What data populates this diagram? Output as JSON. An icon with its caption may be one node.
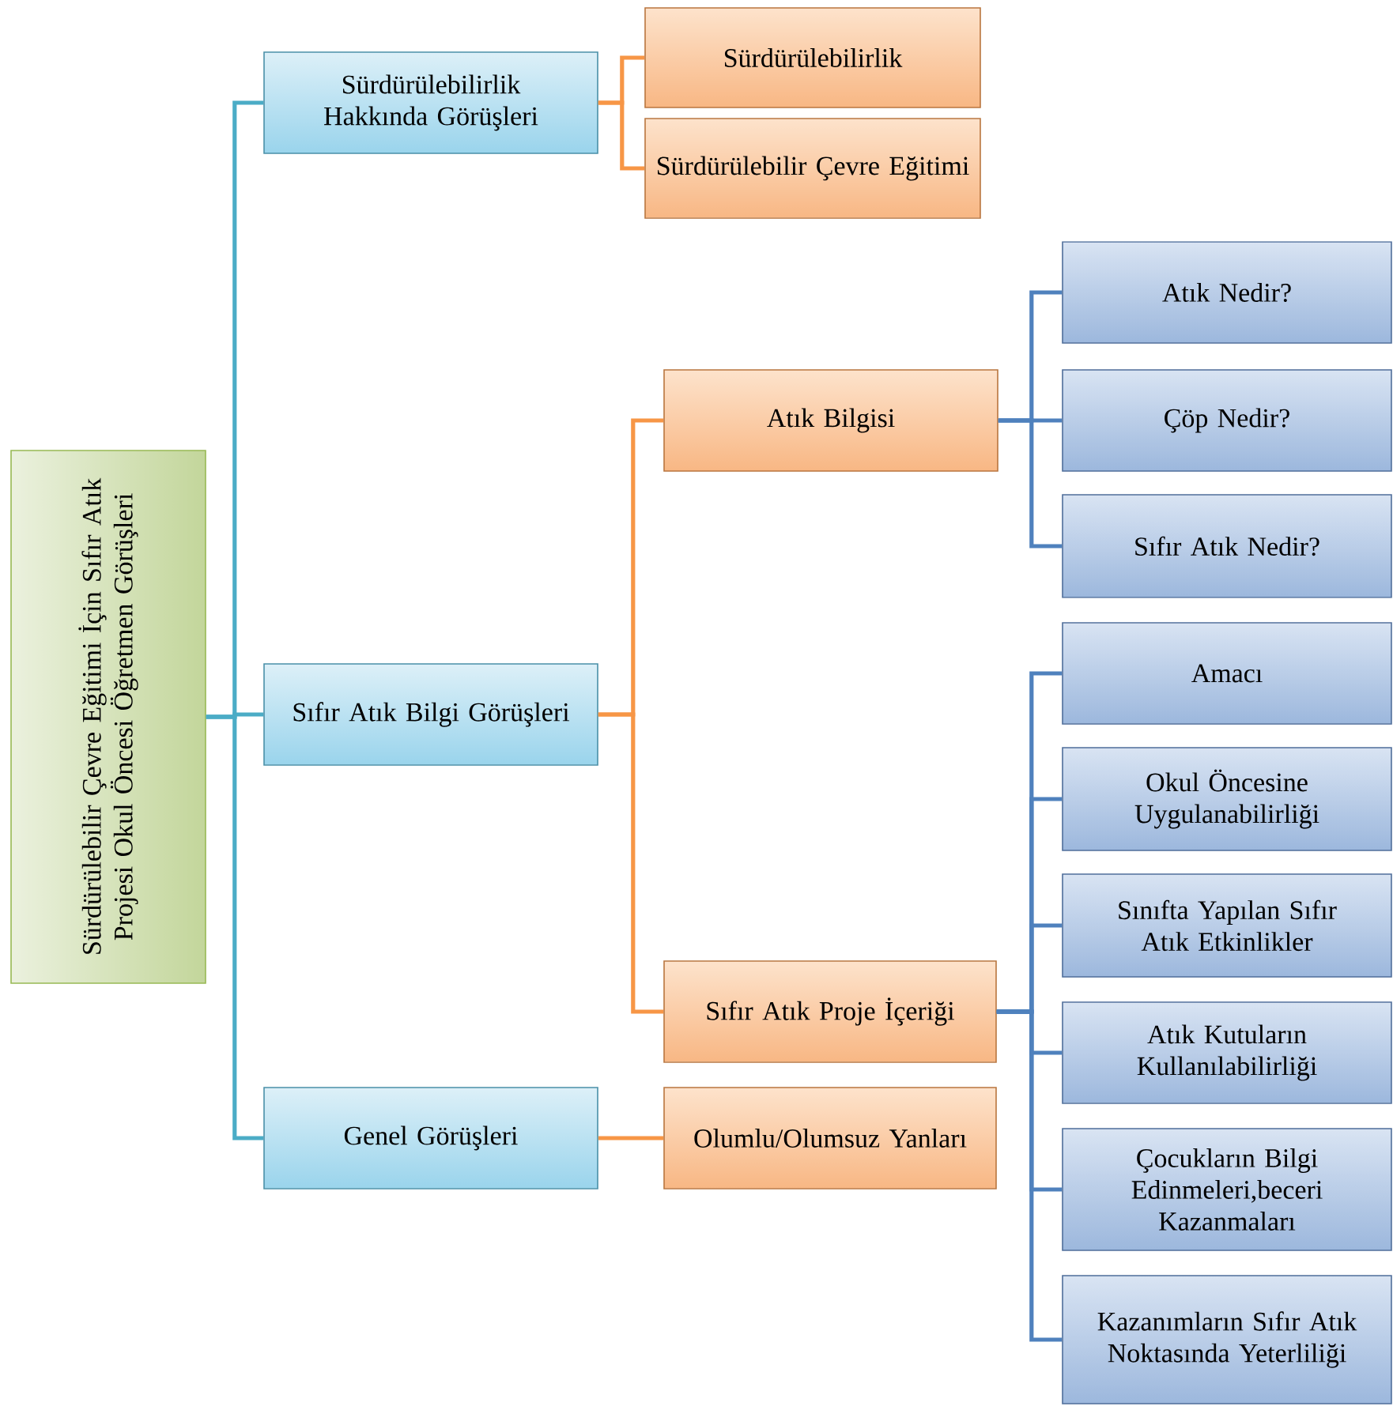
{
  "diagram": {
    "nodes": [
      {
        "text": [
          "Sürdürülebilir Çevre Eğitimi İçin Sıfır Atık Projesi Okul Öncesi Öğretmen Görüşleri"
        ]
      },
      {
        "text": [
          "Sürdürülebilirlik Hakkında Görüşleri"
        ]
      },
      {
        "text": [
          "Sürdürülebilirlik"
        ]
      },
      {
        "text": [
          "Sürdürülebilir Çevre Eğitimi"
        ]
      },
      {
        "text": [
          "Sıfır Atık Bilgi Görüşleri"
        ]
      },
      {
        "text": [
          "Atık Bilgisi"
        ]
      },
      {
        "text": [
          "Atık Nedir?"
        ]
      },
      {
        "text": [
          "Çöp Nedir?"
        ]
      },
      {
        "text": [
          "Sıfır Atık Nedir?"
        ]
      },
      {
        "text": [
          "Sıfır Atık Proje İçeriği"
        ]
      },
      {
        "text": [
          "Amacı"
        ]
      },
      {
        "text": [
          "Okul Öncesine Uygulanabilirliği"
        ]
      },
      {
        "text": [
          "Sınıfta Yapılan Sıfır Atık Etkinlikler"
        ]
      },
      {
        "text": [
          "Atık Kutuların Kullanılabilirliği"
        ]
      },
      {
        "text": [
          "Çocukların Bilgi Edinmeleri,beceri Kazanmaları"
        ]
      },
      {
        "text": [
          "Kazanımların Sıfır Atık Noktasında Yeterliliği"
        ]
      },
      {
        "text": [
          "Genel Görüşleri"
        ]
      },
      {
        "text": [
          "Olumlu/Olumsuz Yanları"
        ]
      }
    ],
    "edges": [
      {
        "from": 0,
        "to": 1,
        "arrow": "none",
        "color": "#4bacc6"
      },
      {
        "from": 0,
        "to": 4,
        "arrow": "none",
        "color": "#4bacc6"
      },
      {
        "from": 0,
        "to": 16,
        "arrow": "none",
        "color": "#4bacc6"
      },
      {
        "from": 1,
        "to": 2,
        "arrow": "none",
        "color": "#f79646"
      },
      {
        "from": 1,
        "to": 3,
        "arrow": "none",
        "color": "#f79646"
      },
      {
        "from": 4,
        "to": 5,
        "arrow": "none",
        "color": "#f79646"
      },
      {
        "from": 4,
        "to": 9,
        "arrow": "none",
        "color": "#f79646"
      },
      {
        "from": 5,
        "to": 6,
        "arrow": "none"
      },
      {
        "from": 5,
        "to": 7,
        "arrow": "none"
      },
      {
        "from": 5,
        "to": 8,
        "arrow": "none"
      },
      {
        "from": 9,
        "to": 10,
        "arrow": "none"
      },
      {
        "from": 9,
        "to": 11,
        "arrow": "none"
      },
      {
        "from": 9,
        "to": 12,
        "arrow": "none"
      },
      {
        "from": 9,
        "to": 13,
        "arrow": "none"
      },
      {
        "from": 9,
        "to": 14,
        "arrow": "none"
      },
      {
        "from": 9,
        "to": 15,
        "arrow": "none"
      },
      {
        "from": 16,
        "to": 17,
        "arrow": "none",
        "color": "#f79646"
      }
    ]
  }
}
